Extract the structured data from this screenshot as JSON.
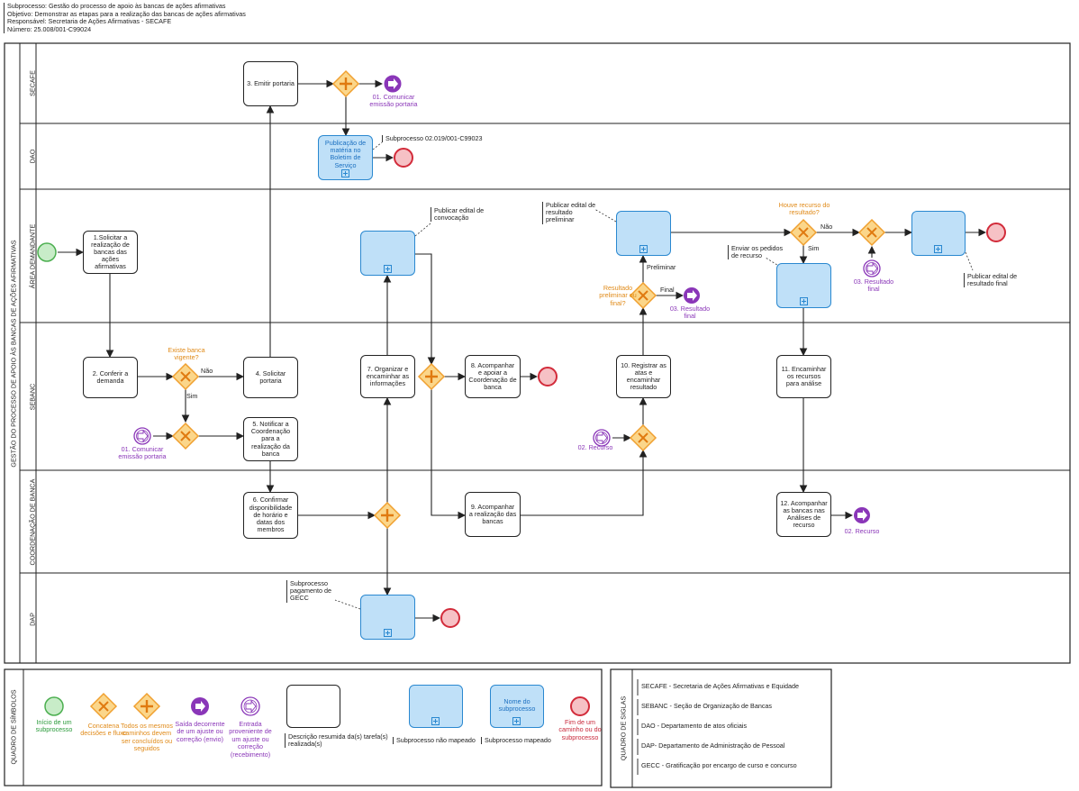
{
  "header": {
    "subprocess": "Subprocesso: Gestão do processo de apoio às bancas de ações afirmativas",
    "objective": "Objetivo: Demonstrar as etapas para a realização das bancas de ações afirmativas",
    "responsible": "Responsável: Secretaria de Ações Afirmativas - SECAFE",
    "number": "Número: 25.008/001-C99024"
  },
  "pool_title": "GESTÃO DO PROCESSO DE APOIO ÀS BANCAS DE AÇÕES AFIRMATIVAS",
  "lanes": {
    "secafe": "SECAFE",
    "dao": "DAO",
    "area": "ÁREA DEMANDANTE",
    "sebanc": "SEBANC",
    "coord": "COORDENAÇÃO DE BANCA",
    "dap": "DAP"
  },
  "tasks": {
    "t1": "1.Solicitar a realização de bancas das ações afirmativas",
    "t2": "2. Conferir a demanda",
    "t3": "3. Emitir portaria",
    "t4": "4. Solicitar portaria",
    "t5": "5. Notificar a Coordenação para a realização da banca",
    "t6": "6. Confirmar disponibilidade de horário e datas dos membros",
    "t7": "7. Organizar e encaminhar as informações",
    "t8": "8. Acompanhar e apoiar a Coordenação de banca",
    "t9": "9. Acompanhar a realização das bancas",
    "t10": "10. Registrar as atas e encaminhar resultado",
    "t11": "11. Encaminhar os recursos para análise",
    "t12": "12. Acompanhar as bancas nas Análises de recurso"
  },
  "subprocesses": {
    "dao_pub": "Publicação de matéria no Boletim de Serviço"
  },
  "gateways": {
    "g_exists": "Existe banca vigente?",
    "g_yes": "Sim",
    "g_no": "Não",
    "g_result": "Resultado preliminar ou final?",
    "g_prelim": "Preliminar",
    "g_final": "Final",
    "g_recurso": "Houve recurso do resultado?",
    "g_rec_no": "Não",
    "g_rec_yes": "Sim"
  },
  "events": {
    "e_comunicar1": "01. Comunicar emissão portaria",
    "e_comunicar2": "01. Comunicar emissão portaria",
    "e_recurso1": "02. Recurso",
    "e_recurso2": "02. Recurso",
    "e_result1": "03. Resultado final",
    "e_result2": "03. Resultado final"
  },
  "notes": {
    "n_dao": "Subprocesso 02.019/001-C99023",
    "n_convoc": "Publicar edital de convocação",
    "n_prelim": "Publicar edital de resultado preliminar",
    "n_pedidos": "Enviar os pedidos de recurso",
    "n_final": "Publicar edital de resultado final",
    "n_gecc": "Subprocesso pagamento de GECC"
  },
  "legend_symbols": {
    "title": "QUADRO DE SÍMBOLOS",
    "start": "Início de um subprocesso",
    "xor": "Concatena decisões e fluxo",
    "parallel": "Todos os mesmos caminhos devem ser concluídos ou seguidos",
    "throw": "Saída decorrente de um ajuste ou correção (envio)",
    "catch": "Entrada proveniente de um ajuste ou correção (recebimento)",
    "task": "Descrição resumida da(s) tarefa(s) realizada(s)",
    "sub_unmapped": "Subprocesso não mapeado",
    "sub_name": "Nome do subprocesso",
    "sub_mapped": "Subprocesso mapeado",
    "end": "Fim de um caminho ou do subprocesso"
  },
  "legend_acronyms": {
    "title": "QUADRO DE SIGLAS",
    "items": [
      "SECAFE - Secretaria de Ações Afirmativas e Equidade",
      "SEBANC - Seção de Organização de Bancas",
      "DAO - Departamento de atos oficiais",
      "DAP- Departamento de Administração de Pessoal",
      "GECC - Gratificação por encargo de curso e concurso"
    ]
  },
  "colors": {
    "start": "#4caf50",
    "start_fill": "#c8ecc8",
    "gateway": "#f0a030",
    "gateway_fill": "#fbd68a",
    "event_purple": "#8a36b8",
    "event_fill": "#b37bd6",
    "end": "#d22b3a",
    "end_fill": "#f6c1c5",
    "subprocess_fill": "#bfe0f8",
    "subprocess_border": "#2a88d0"
  }
}
